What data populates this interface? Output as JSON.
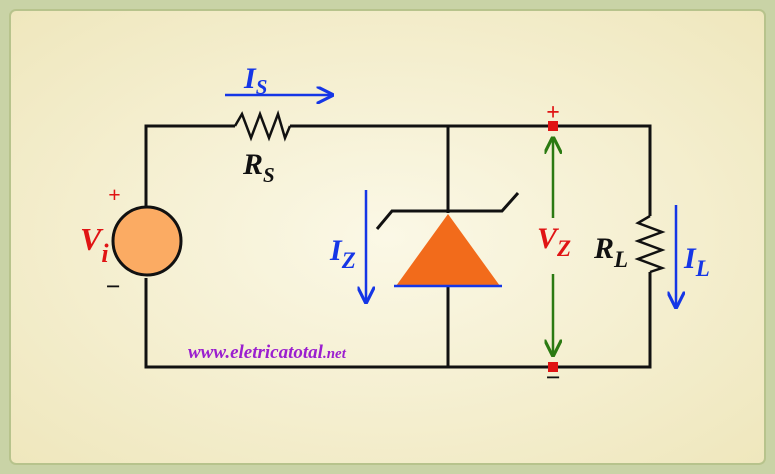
{
  "diagram": {
    "labels": {
      "is_main": "I",
      "is_sub": "S",
      "rs_main": "R",
      "rs_sub": "S",
      "vi_main": "V",
      "vi_sub": "i",
      "iz_main": "I",
      "iz_sub": "Z",
      "vz_main": "V",
      "vz_sub": "Z",
      "rl_main": "R",
      "rl_sub": "L",
      "il_main": "I",
      "il_sub": "L",
      "plus": "+",
      "minus": "−"
    },
    "watermark": {
      "prefix": "www.",
      "name": "eletricatotal",
      "suffix": ".net"
    },
    "colors": {
      "background": "#f6f1d2",
      "border": "#c9d3a6",
      "wire": "#111111",
      "current_arrow": "#1536e6",
      "voltage_arrow": "#2b7a12",
      "label_red": "#e01414",
      "source_fill": "#fbab63",
      "zener_fill": "#f26b1b",
      "watermark": "#9b1fcf"
    }
  }
}
